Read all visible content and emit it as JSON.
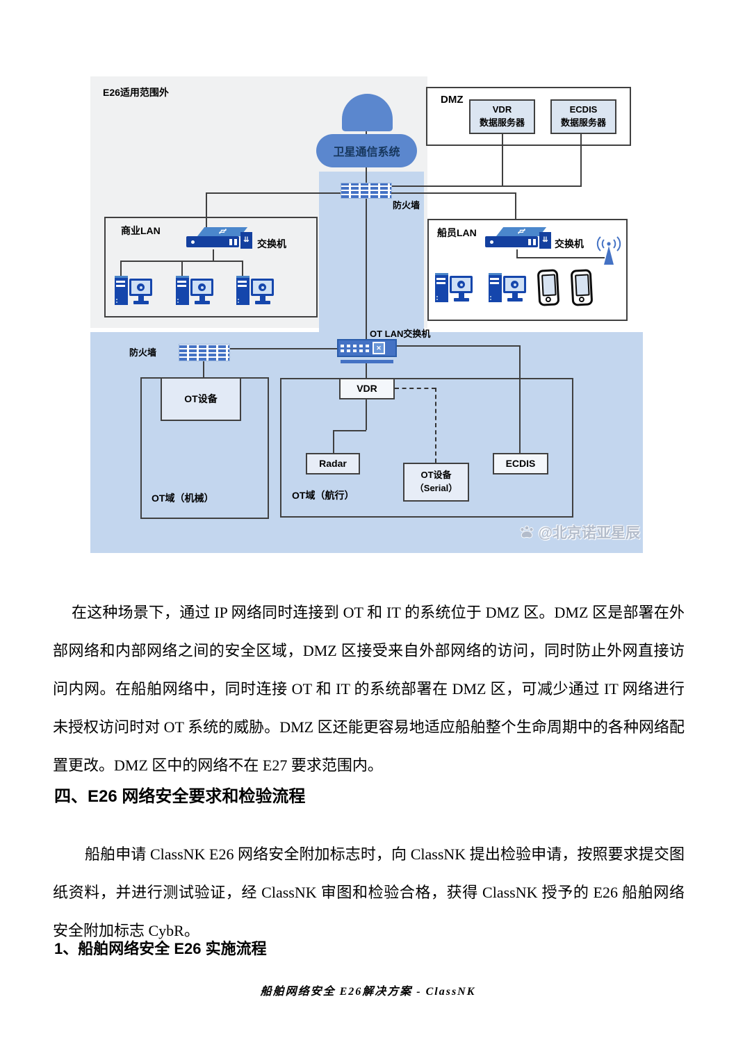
{
  "diagram": {
    "outside_label": "E26适用范围外",
    "satellite_label": "卫星通信系统",
    "firewall_top_label": "防火墙",
    "firewall_bottom_label": "防火墙",
    "dmz": {
      "title": "DMZ",
      "servers": [
        {
          "line1": "VDR",
          "line2": "数据服务器"
        },
        {
          "line1": "ECDIS",
          "line2": "数据服务器"
        }
      ]
    },
    "business_lan": {
      "title": "商业LAN",
      "switch_label": "交换机"
    },
    "crew_lan": {
      "title": "船员LAN",
      "switch_label": "交换机"
    },
    "ot_lan_switch_label": "OT LAN交换机",
    "ot_machinery": {
      "title": "OT域（机械）",
      "device": "OT设备"
    },
    "ot_nav": {
      "title": "OT域（航行）",
      "vdr": "VDR",
      "radar": "Radar",
      "serial_line1": "OT设备",
      "serial_line2": "（Serial）",
      "ecdis": "ECDIS"
    },
    "watermark": "@北京诺亚星辰",
    "colors": {
      "accent_blue": "#5b87ce",
      "light_blue": "#c3d6ee",
      "device_blue": "#1546ac",
      "switch_blue": "#4472c4",
      "server_fill": "#dbe5f1",
      "grey_bg": "#f0f1f2"
    }
  },
  "content": {
    "paragraph1": "在这种场景下，通过 IP 网络同时连接到 OT 和 IT 的系统位于 DMZ 区。DMZ 区是部署在外部网络和内部网络之间的安全区域，DMZ 区接受来自外部网络的访问，同时防止外网直接访问内网。在船舶网络中，同时连接 OT 和 IT 的系统部署在 DMZ 区，可减少通过 IT 网络进行未授权访问时对 OT 系统的威胁。DMZ 区还能更容易地适应船舶整个生命周期中的各种网络配置更改。DMZ 区中的网络不在 E27 要求范围内。",
    "heading1": "四、E26 网络安全要求和检验流程",
    "paragraph2": "船舶申请 ClassNK  E26 网络安全附加标志时，向 ClassNK 提出检验申请，按照要求提交图纸资料，并进行测试验证，经 ClassNK 审图和检验合格，获得 ClassNK 授予的 E26 船舶网络安全附加标志 CybR。",
    "heading2": "1、船舶网络安全 E26 实施流程",
    "footer": "船舶网络安全 E26解决方案 - ClassNK"
  }
}
